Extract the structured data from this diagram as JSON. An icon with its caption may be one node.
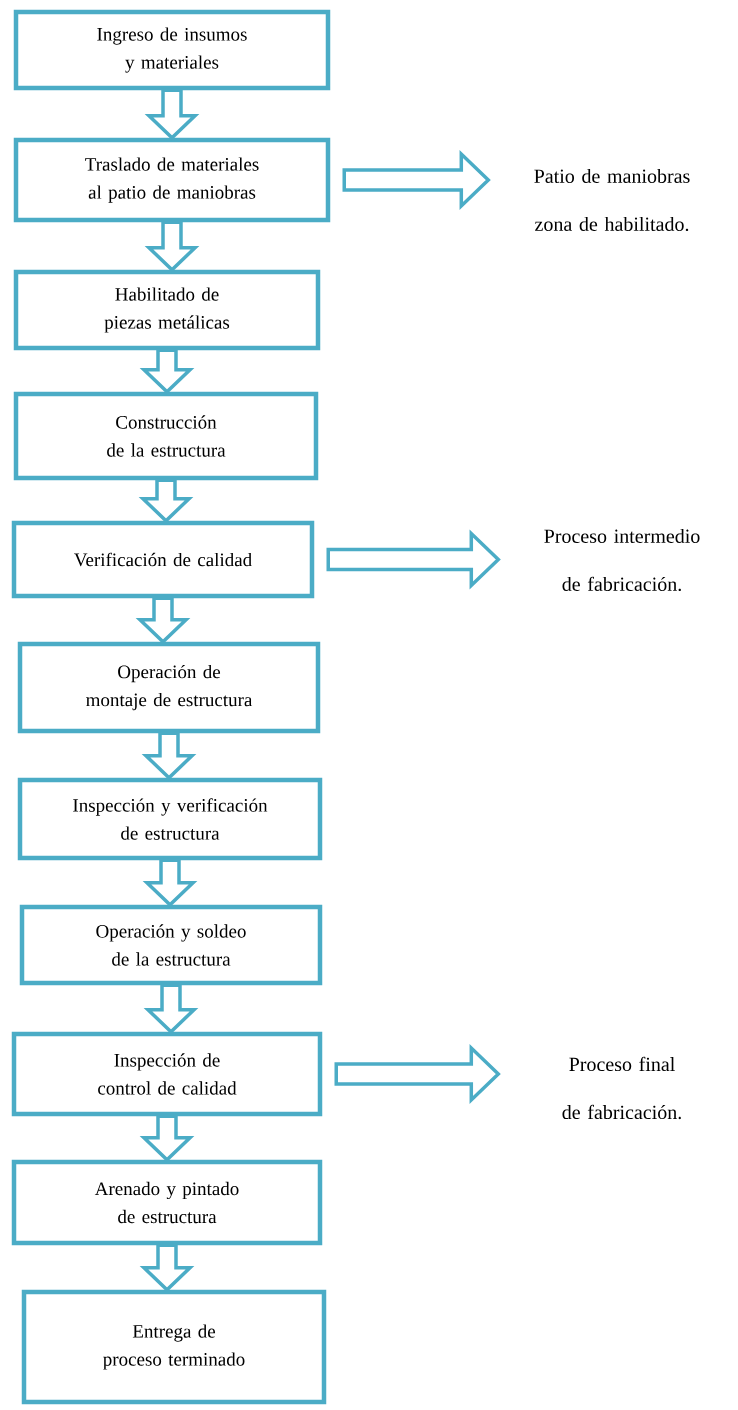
{
  "diagram": {
    "nodes": [
      {
        "text": [
          "Ingreso de insumos y materiales"
        ]
      },
      {
        "text": [
          "Traslado de materiales al patio de maniobras"
        ]
      },
      {
        "text": [
          "Habilitado de piezas metálicas"
        ]
      },
      {
        "text": [
          "Construcción de la estructura"
        ]
      },
      {
        "text": [
          "Verificación de calidad"
        ]
      },
      {
        "text": [
          "Operación de montaje de estructura"
        ]
      },
      {
        "text": [
          "Inspección y verificación de estructura"
        ]
      },
      {
        "text": [
          "Operación y soldeo de la estructura"
        ]
      },
      {
        "text": [
          "Inspección de control de calidad"
        ]
      },
      {
        "text": [
          "Arenado y pintado de estructura"
        ]
      },
      {
        "text": [
          "Entrega de proceso terminado"
        ]
      },
      {
        "text": [
          "Patio de maniobras zona de habilitado."
        ]
      },
      {
        "text": [
          "Proceso intermedio de fabricación."
        ]
      },
      {
        "text": [
          "Proceso final de fabricación."
        ]
      }
    ],
    "edges": [
      {
        "from": 0,
        "to": 1,
        "arrow": "to"
      },
      {
        "from": 1,
        "to": 2,
        "arrow": "to"
      },
      {
        "from": 2,
        "to": 3,
        "arrow": "to"
      },
      {
        "from": 3,
        "to": 4,
        "arrow": "to"
      },
      {
        "from": 4,
        "to": 5,
        "arrow": "to"
      },
      {
        "from": 5,
        "to": 6,
        "arrow": "to"
      },
      {
        "from": 6,
        "to": 7,
        "arrow": "to"
      },
      {
        "from": 7,
        "to": 8,
        "arrow": "to"
      },
      {
        "from": 8,
        "to": 9,
        "arrow": "to"
      },
      {
        "from": 9,
        "to": 10,
        "arrow": "to"
      },
      {
        "from": 1,
        "to": 11,
        "arrow": "to"
      },
      {
        "from": 4,
        "to": 12,
        "arrow": "to"
      },
      {
        "from": 8,
        "to": 13,
        "arrow": "to"
      }
    ]
  }
}
